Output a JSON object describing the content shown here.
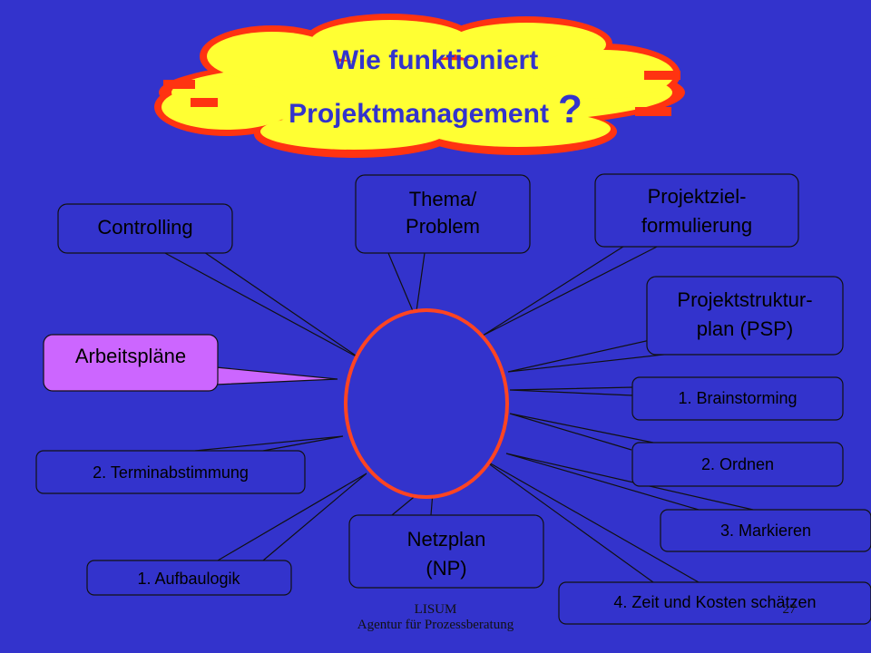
{
  "title": {
    "line1": "Wie funktioniert",
    "line2": "Projektmanagement",
    "qmark": "?"
  },
  "nodes": {
    "controlling": "Controlling",
    "thema_line1": "Thema/",
    "thema_line2": "Problem",
    "projektziel_line1": "Projektziel-",
    "projektziel_line2": "formulierung",
    "psp_line1": "Projektstruktur-",
    "psp_line2": "plan (PSP)",
    "arbeitsplaene": "Arbeitspläne",
    "brainstorming": "1. Brainstorming",
    "ordnen": "2. Ordnen",
    "terminabstimmung": "2. Terminabstimmung",
    "markieren": "3. Markieren",
    "netzplan_line1": "Netzplan",
    "netzplan_line2": "(NP)",
    "aufbaulogik": "1. Aufbaulogik",
    "zeit_kosten": "4. Zeit und Kosten schätzen"
  },
  "footer": {
    "line1": "LISUM",
    "line2": "Agentur für Prozessberatung",
    "page_number": "27"
  },
  "colors": {
    "background": "#3333cc",
    "cloud_fill": "#ffff33",
    "cloud_outline": "#ff3311",
    "box_fill": "#3333cc",
    "highlight_fill": "#cc66ff",
    "circle_outline": "#ff4422"
  }
}
